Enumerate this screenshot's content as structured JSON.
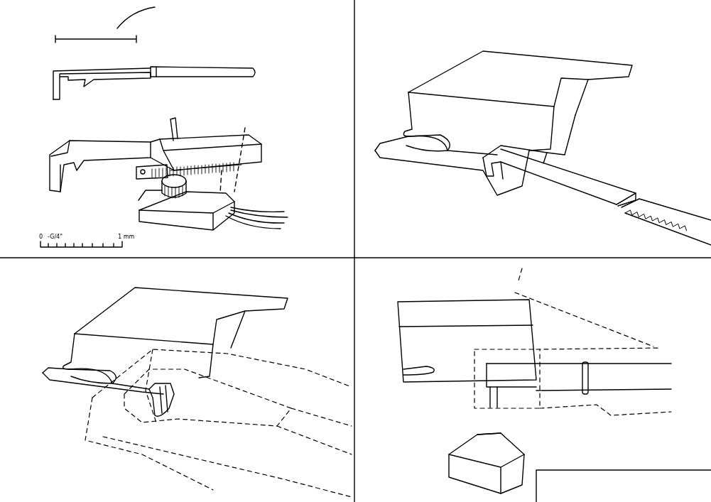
{
  "diagram": {
    "labels": [
      "0",
      "-G/4\"",
      "1 mm"
    ]
  }
}
